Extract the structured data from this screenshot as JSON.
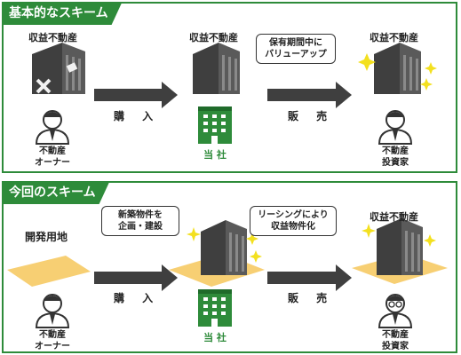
{
  "panels": [
    {
      "tab": "基本的なスキーム",
      "building_left_label": "収益不動産",
      "building_mid_label": "収益不動産",
      "building_right_label": "収益不動産",
      "callout": "保有期間中に\nバリューアップ",
      "buy_label": "購 入",
      "sell_label": "販 売",
      "owner_label": "不動産\nオーナー",
      "company_label": "当 社",
      "investor_label": "不動産\n投資家"
    },
    {
      "tab": "今回のスキーム",
      "land_label": "開発用地",
      "callout_plan": "新築物件を\n企画・建設",
      "callout_leasing": "リーシングにより\n収益物件化",
      "building_right_label": "収益不動産",
      "buy_label": "購 入",
      "sell_label": "販 売",
      "owner_label": "不動産\nオーナー",
      "company_label": "当 社",
      "investor_label": "不動産\n投資家"
    }
  ],
  "colors": {
    "accent": "#2e8b3a",
    "building": "#3f3f3f",
    "land": "#f7cf73",
    "sparkle": "#f3e01f"
  }
}
